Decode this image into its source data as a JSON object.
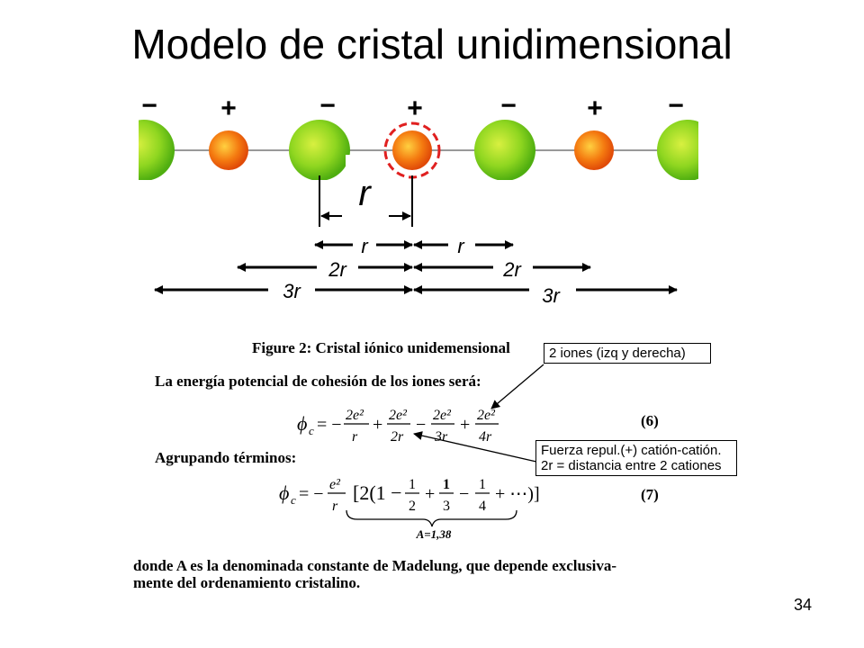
{
  "slide": {
    "title": "Modelo de cristal unidimensional",
    "page_number": "34"
  },
  "lattice": {
    "signs": [
      "−",
      "+",
      "−",
      "+",
      "−",
      "+",
      "−"
    ],
    "distance_label": "r",
    "colors": {
      "anion": "#8fd620",
      "cation": "#f07a10",
      "highlight": "#e02020"
    }
  },
  "distances": {
    "row1": {
      "left": "r",
      "right": "r"
    },
    "row2": {
      "left": "2r",
      "right": "2r"
    },
    "row3": {
      "left": "3r",
      "right": "3r"
    }
  },
  "scan": {
    "figure_caption": "Figure 2: Cristal iónico unidemensional",
    "energy_intro": "La energía potencial de cohesión de los iones será:",
    "grouping_intro": "Agrupando términos:",
    "eq6_number": "(6)",
    "eq7_number": "(7)",
    "eq7_constant": "A=1,38",
    "conclusion_line1": "donde A es la denominada constante de Madelung, que depende exclusiva-",
    "conclusion_line2": "mente del ordenamiento cristalino."
  },
  "annotations": {
    "box1": "2 iones (izq y derecha)",
    "box2_line1": "Fuerza repul.(+) catión-catión.",
    "box2_line2": "2r = distancia entre 2 cationes"
  }
}
